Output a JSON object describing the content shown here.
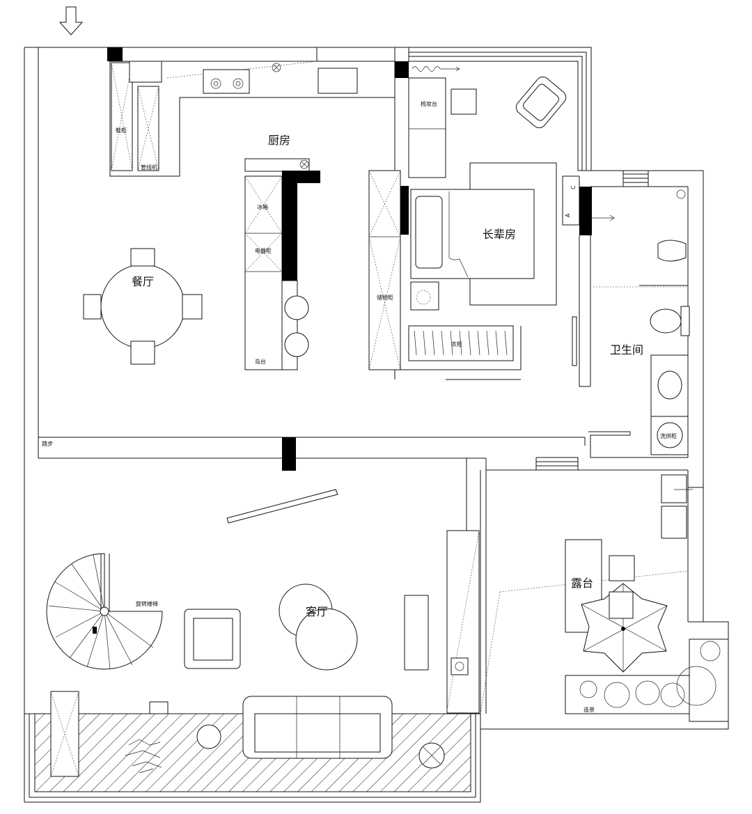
{
  "rooms": {
    "kitchen": "厨房",
    "elder_room": "长辈房",
    "dining": "餐厅",
    "bathroom": "卫生间",
    "terrace": "露台",
    "living": "客厅"
  },
  "fixtures": {
    "shoe_cabinet": "鞋柜",
    "pipe_unit": "管线机",
    "fridge": "冰箱",
    "appliance_cabinet": "电器柜",
    "island": "岛台",
    "storage_cabinet": "储物柜",
    "dresser": "梳妆台",
    "wardrobe": "衣柜",
    "step": "踏步",
    "washer_dryer": "洗烘柜",
    "spiral_stair": "旋转楼梯",
    "landscape": "造景",
    "wall_a": "A",
    "wall_c": "C"
  },
  "icons": {
    "entry": "down-arrow-icon"
  }
}
